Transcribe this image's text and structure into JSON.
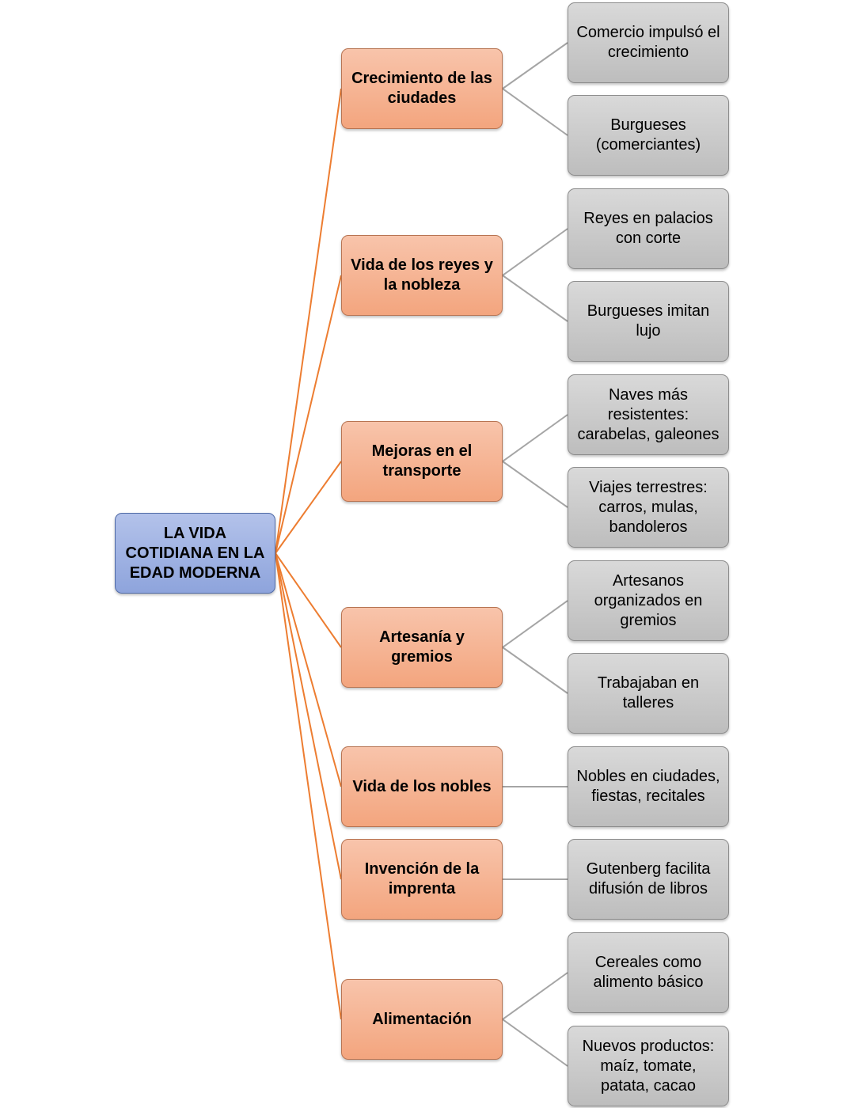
{
  "root": {
    "label": "LA VIDA COTIDIANA EN LA EDAD MODERNA",
    "color": "#9fb1e2"
  },
  "colors": {
    "branch_fill": "#f5ae8b",
    "leaf_fill": "#cbcbcb",
    "root_branch_line": "#ed7d31",
    "branch_leaf_line": "#a5a5a5"
  },
  "branches": [
    {
      "label": "Crecimiento de las ciudades",
      "leaves": [
        "Comercio impulsó el crecimiento",
        "Burgueses (comerciantes)"
      ]
    },
    {
      "label": "Vida de los reyes y la nobleza",
      "leaves": [
        "Reyes en palacios con corte",
        "Burgueses imitan lujo"
      ]
    },
    {
      "label": "Mejoras en el transporte",
      "leaves": [
        "Naves más resistentes: carabelas, galeones",
        "Viajes terrestres: carros, mulas, bandoleros"
      ]
    },
    {
      "label": "Artesanía y gremios",
      "leaves": [
        "Artesanos organizados en gremios",
        "Trabajaban en talleres"
      ]
    },
    {
      "label": "Vida de los nobles",
      "leaves": [
        "Nobles en ciudades, fiestas, recitales"
      ]
    },
    {
      "label": "Invención de la imprenta",
      "leaves": [
        "Gutenberg facilita difusión de libros"
      ]
    },
    {
      "label": "Alimentación",
      "leaves": [
        "Cereales como alimento básico",
        "Nuevos productos: maíz, tomate, patata, cacao"
      ]
    }
  ]
}
